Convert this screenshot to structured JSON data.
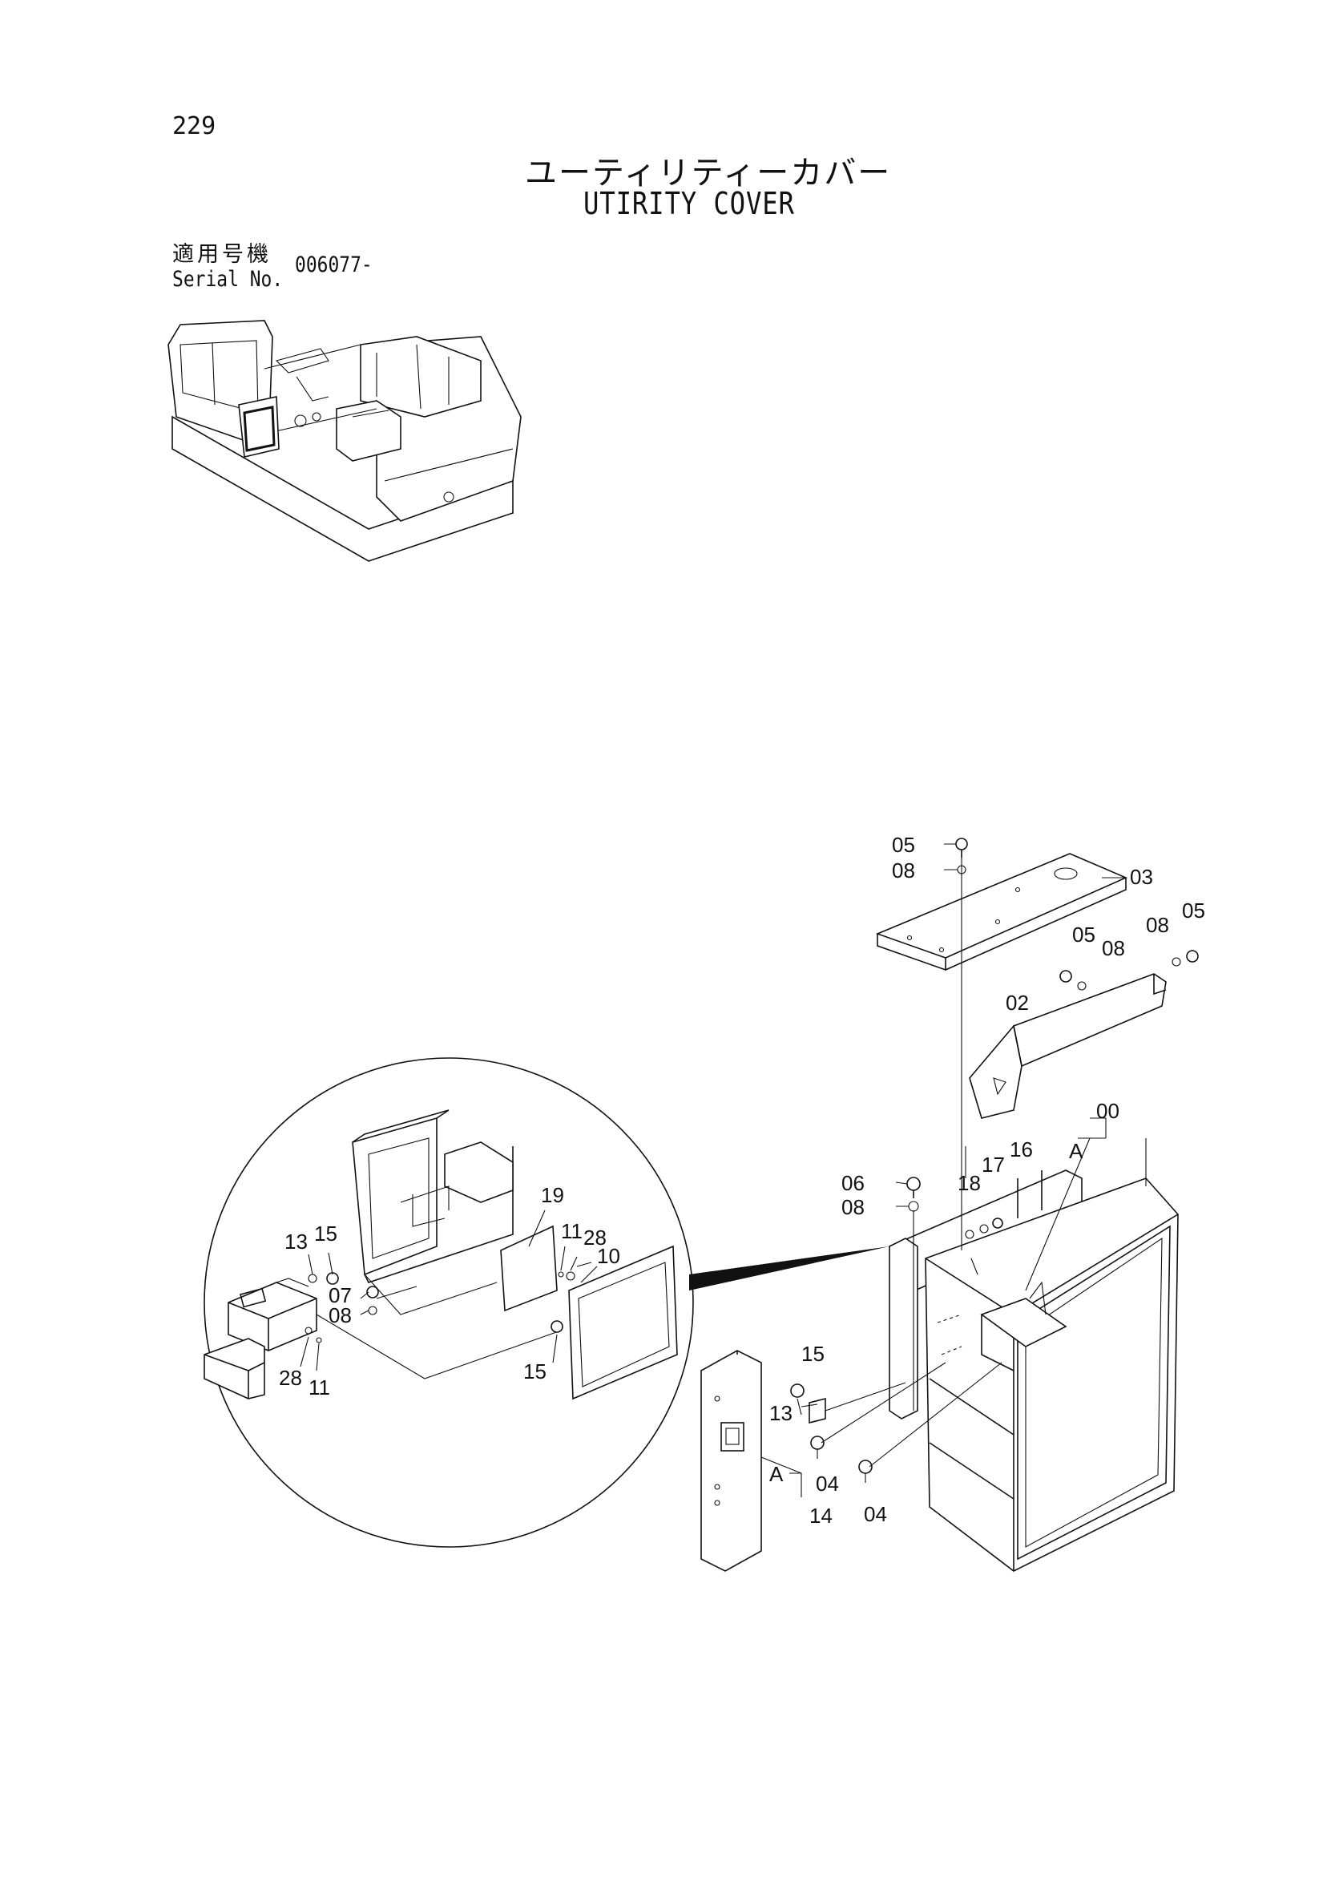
{
  "header": {
    "page_number": "229",
    "title_jp": "ユーティリティーカバー",
    "title_en": "UTIRITY COVER",
    "serial_label_jp": "適用号機",
    "serial_label_en": "Serial No.",
    "serial_value": "006077-"
  },
  "callouts": {
    "c05a": "05",
    "c08a": "08",
    "c03": "03",
    "c05b": "05",
    "c08b": "08",
    "c08c": "08",
    "c05c": "05",
    "c02": "02",
    "c00": "00",
    "cA1": "A",
    "c16": "16",
    "c17": "17",
    "c18": "18",
    "c06": "06",
    "c08d": "08",
    "c15a": "15",
    "c13a": "13",
    "c04a": "04",
    "c04b": "04",
    "cA2": "A",
    "c14": "14",
    "c19": "19",
    "c11a": "11",
    "c28a": "28",
    "c10": "10",
    "c13b": "13",
    "c15b": "15",
    "c07": "07",
    "c08e": "08",
    "c15c": "15",
    "c28b": "28",
    "c11b": "11"
  }
}
